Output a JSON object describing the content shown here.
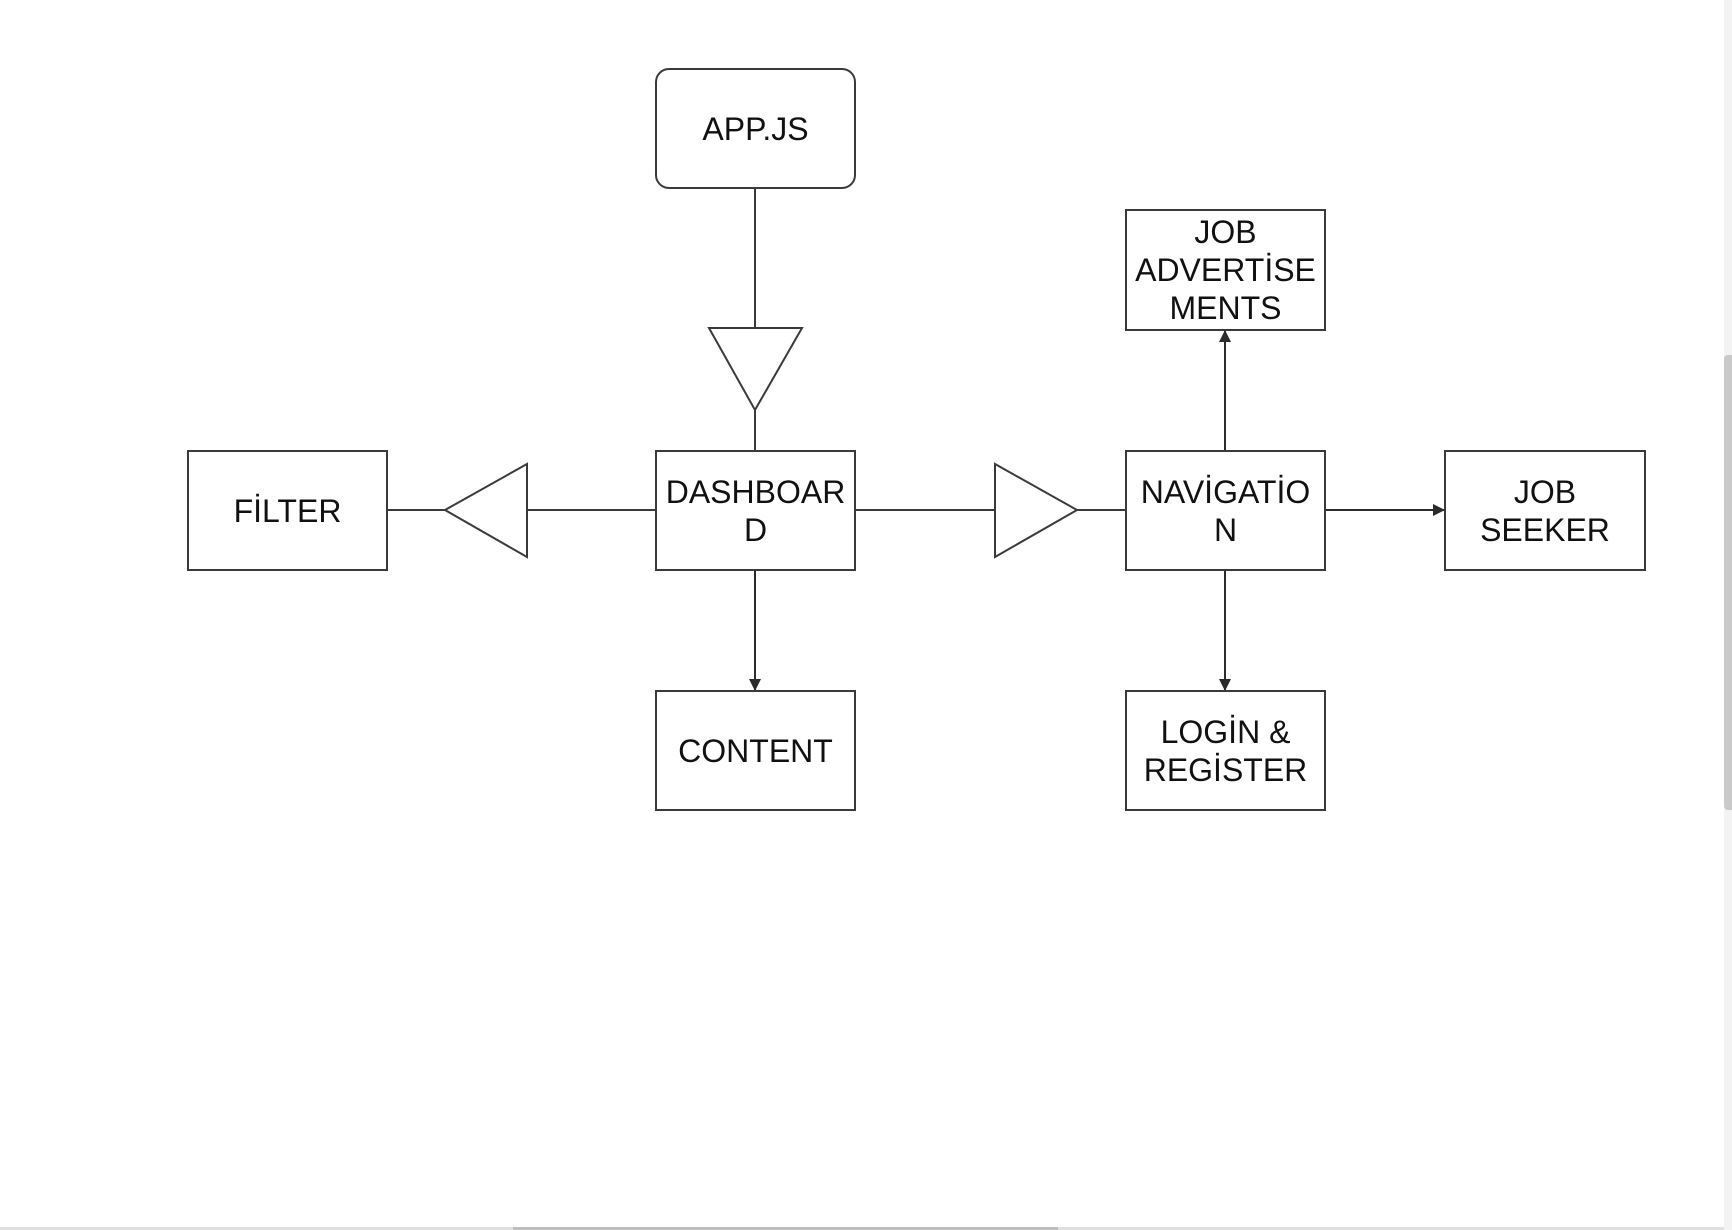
{
  "diagram": {
    "nodes": {
      "app_js": "APP.JS",
      "dashboard": "DASHBOARD",
      "filter": "FİLTER",
      "content": "CONTENT",
      "navigation": "NAVİGATİON",
      "job_advertisements": "JOB ADVERTİSEMENTS",
      "job_seeker": "JOB SEEKER",
      "login_register": "LOGİN & REGİSTER"
    },
    "display_labels": {
      "app_js": "APP.JS",
      "dashboard": "DASHBOAR\nD",
      "filter": "FİLTER",
      "content": "CONTENT",
      "navigation": "NAVİGATİO\nN",
      "job_advertisements": "JOB\nADVERTİSE\nMENTS",
      "job_seeker": "JOB\nSEEKER",
      "login_register": "LOGİN &\nREGİSTER"
    },
    "edges": [
      {
        "from": "app_js",
        "to": "dashboard",
        "marker": "triangle"
      },
      {
        "from": "dashboard",
        "to": "filter",
        "marker": "triangle"
      },
      {
        "from": "dashboard",
        "to": "navigation",
        "marker": "triangle"
      },
      {
        "from": "dashboard",
        "to": "content",
        "marker": "arrow"
      },
      {
        "from": "navigation",
        "to": "job_advertisements",
        "marker": "arrow"
      },
      {
        "from": "navigation",
        "to": "job_seeker",
        "marker": "arrow"
      },
      {
        "from": "navigation",
        "to": "login_register",
        "marker": "arrow"
      }
    ]
  },
  "colors": {
    "stroke": "#3a3a3a",
    "text": "#111111",
    "background": "#ffffff"
  }
}
